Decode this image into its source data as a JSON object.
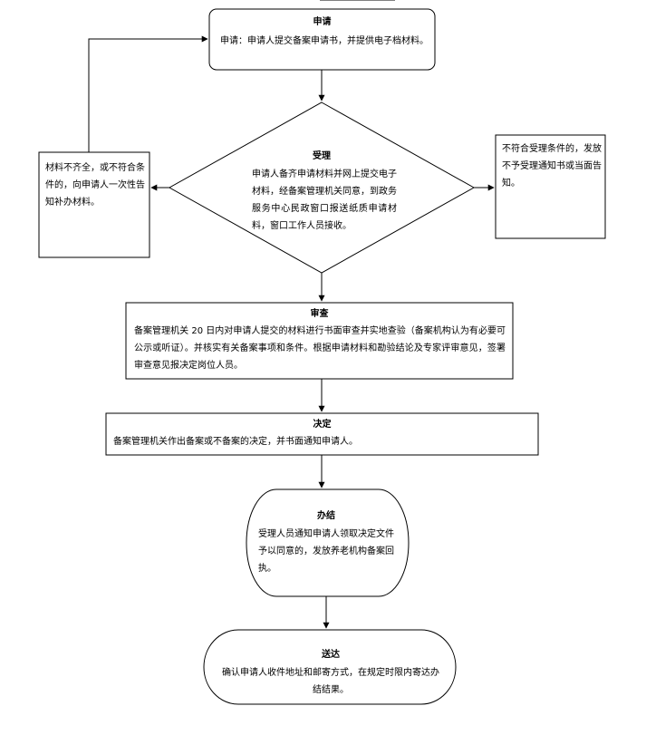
{
  "steps": {
    "apply": {
      "title": "申请",
      "body": "申请：申请人提交备案申请书，并提供电子档材料。"
    },
    "accept": {
      "title": "受理",
      "body": "申请人备齐申请材料并网上提交电子材料，经备案管理机关同意，到政务服务中心民政窗口报送纸质申请材料，窗口工作人员接收。"
    },
    "review": {
      "title": "审查",
      "body": "备案管理机关 20 日内对申请人提交的材料进行书面审查并实地查验（备案机构认为有必要可公示或听证）。并核实有关备案事项和条件。根据申请材料和勘验结论及专家评审意见，签署审查意见报决定岗位人员。"
    },
    "decide": {
      "title": "决定",
      "body": "备案管理机关作出备案或不备案的决定，并书面通知申请人。"
    },
    "finish": {
      "title": "办结",
      "body": "受理人员通知申请人领取决定文件予以同意的，发放养老机构备案回执。"
    },
    "deliver": {
      "title": "送达",
      "body": "确认申请人收件地址和邮寄方式，在规定时限内寄达办结结果。"
    }
  },
  "side_notes": {
    "incomplete": "材料不齐全，或不符合条件的，向申请人一次性告知补办材料。",
    "reject": "不符合受理条件的，发放不予受理通知书或当面告知。"
  }
}
